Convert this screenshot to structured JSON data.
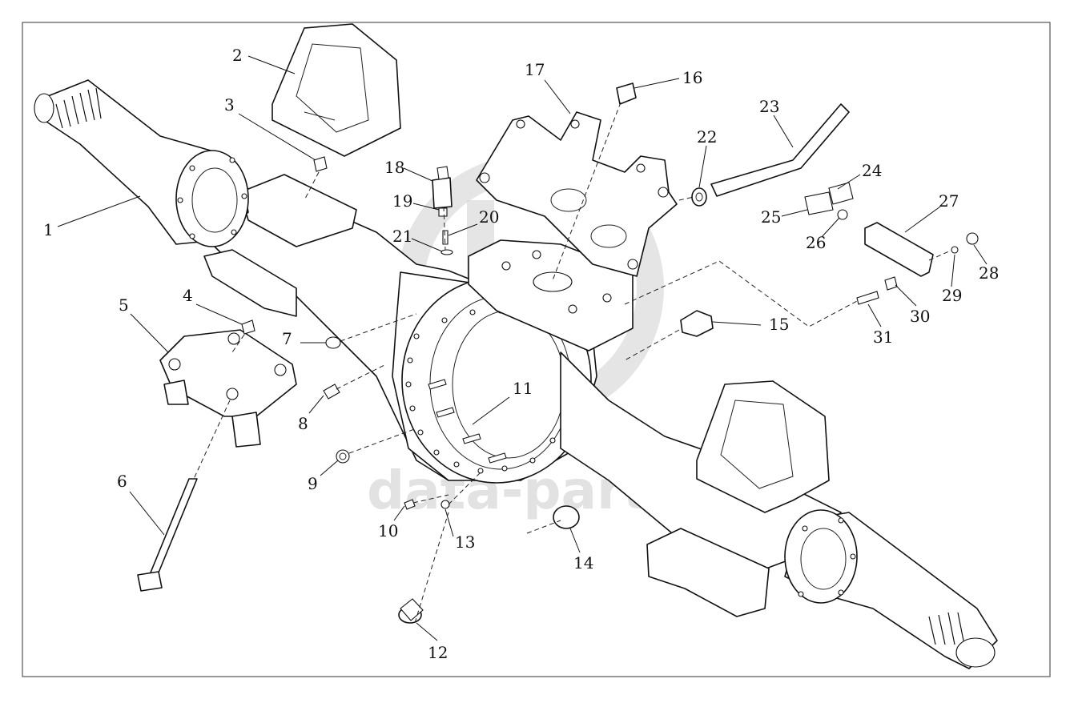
{
  "watermark": {
    "text": "data-parts",
    "color": "#cfcfcf"
  },
  "callouts": [
    "1",
    "2",
    "3",
    "4",
    "5",
    "6",
    "7",
    "8",
    "9",
    "10",
    "11",
    "12",
    "13",
    "14",
    "15",
    "16",
    "17",
    "18",
    "19",
    "20",
    "21",
    "22",
    "23",
    "24",
    "25",
    "26",
    "27",
    "28",
    "29",
    "30",
    "31"
  ],
  "colors": {
    "line": "#111111",
    "background": "#ffffff",
    "frame": "#555555"
  }
}
